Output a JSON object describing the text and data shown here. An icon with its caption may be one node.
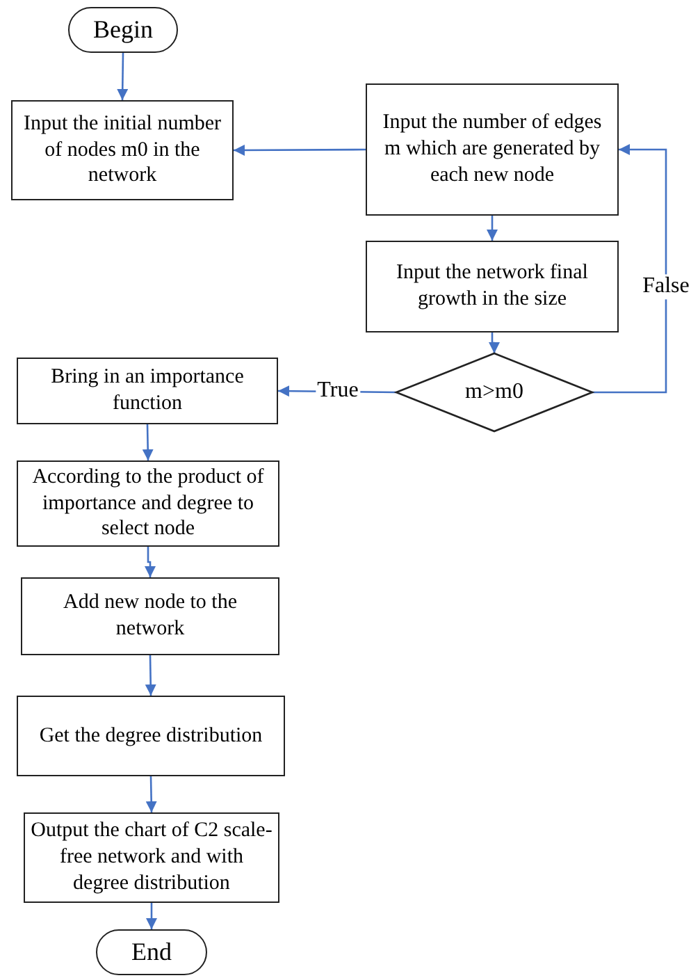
{
  "diagram": {
    "nodes": [
      {
        "text": [
          "Begin"
        ]
      },
      {
        "text": [
          "Input the initial number of nodes m0 in the network"
        ]
      },
      {
        "text": [
          "Input the number of edges m which are generated by each new node"
        ]
      },
      {
        "text": [
          "Input the network final growth in the size"
        ]
      },
      {
        "text": [
          "m>m0"
        ]
      },
      {
        "text": [
          "Bring in an importance function"
        ]
      },
      {
        "text": [
          "According to the product of importance and degree to select node"
        ]
      },
      {
        "text": [
          "Add new node to the network"
        ]
      },
      {
        "text": [
          "Get the degree distribution"
        ]
      },
      {
        "text": [
          "Output the chart of C2 scale-free network and with degree distribution"
        ]
      },
      {
        "text": [
          "End"
        ]
      }
    ],
    "edges": [
      {
        "from": 0,
        "to": 1,
        "arrow": "to"
      },
      {
        "from": 2,
        "to": 1,
        "arrow": "to"
      },
      {
        "from": 2,
        "to": 3,
        "arrow": "to"
      },
      {
        "from": 3,
        "to": 4,
        "arrow": "to"
      },
      {
        "from": 4,
        "to": 5,
        "arrow": "to",
        "label": "True"
      },
      {
        "from": 4,
        "to": 2,
        "arrow": "to",
        "label": "False"
      },
      {
        "from": 5,
        "to": 6,
        "arrow": "to"
      },
      {
        "from": 6,
        "to": 7,
        "arrow": "to"
      },
      {
        "from": 7,
        "to": 8,
        "arrow": "to"
      },
      {
        "from": 8,
        "to": 9,
        "arrow": "to"
      },
      {
        "from": 9,
        "to": 10,
        "arrow": "to"
      }
    ]
  }
}
